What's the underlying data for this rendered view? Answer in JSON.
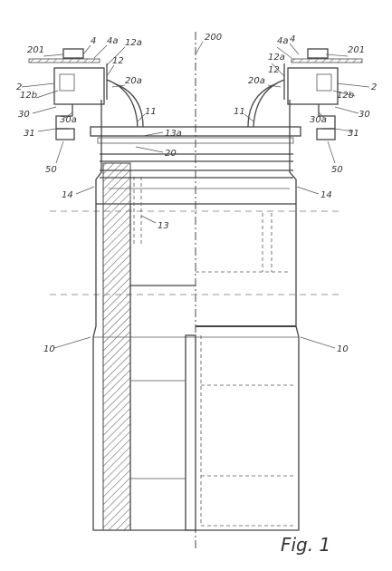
{
  "figure_label": "Fig. 1",
  "reference_labels": [
    {
      "id": "200",
      "text": "200"
    },
    {
      "id": "201-left",
      "text": "201"
    },
    {
      "id": "4-left",
      "text": "4"
    },
    {
      "id": "4a-left",
      "text": "4a"
    },
    {
      "id": "12a-left",
      "text": "12a"
    },
    {
      "id": "12-left",
      "text": "12"
    },
    {
      "id": "20a-left",
      "text": "20a"
    },
    {
      "id": "2-left",
      "text": "2"
    },
    {
      "id": "12b-left",
      "text": "12b"
    },
    {
      "id": "30-left",
      "text": "30"
    },
    {
      "id": "30a-left",
      "text": "30a"
    },
    {
      "id": "31-left",
      "text": "31"
    },
    {
      "id": "11-left",
      "text": "11"
    },
    {
      "id": "13a",
      "text": "13a"
    },
    {
      "id": "20",
      "text": "20"
    },
    {
      "id": "50-left",
      "text": "50"
    },
    {
      "id": "14-left",
      "text": "14"
    },
    {
      "id": "13",
      "text": "13"
    },
    {
      "id": "10-left",
      "text": "10"
    },
    {
      "id": "4a-right",
      "text": "4a"
    },
    {
      "id": "4-right",
      "text": "4"
    },
    {
      "id": "201-right",
      "text": "201"
    },
    {
      "id": "12a-right",
      "text": "12a"
    },
    {
      "id": "12-right",
      "text": "12"
    },
    {
      "id": "20a-right",
      "text": "20a"
    },
    {
      "id": "12b-right",
      "text": "12b"
    },
    {
      "id": "2-right",
      "text": "2"
    },
    {
      "id": "11-right",
      "text": "11"
    },
    {
      "id": "30a-right",
      "text": "30a"
    },
    {
      "id": "30-right",
      "text": "30"
    },
    {
      "id": "31-right",
      "text": "31"
    },
    {
      "id": "50-right",
      "text": "50"
    },
    {
      "id": "14-right",
      "text": "14"
    },
    {
      "id": "10-right",
      "text": "10"
    }
  ]
}
